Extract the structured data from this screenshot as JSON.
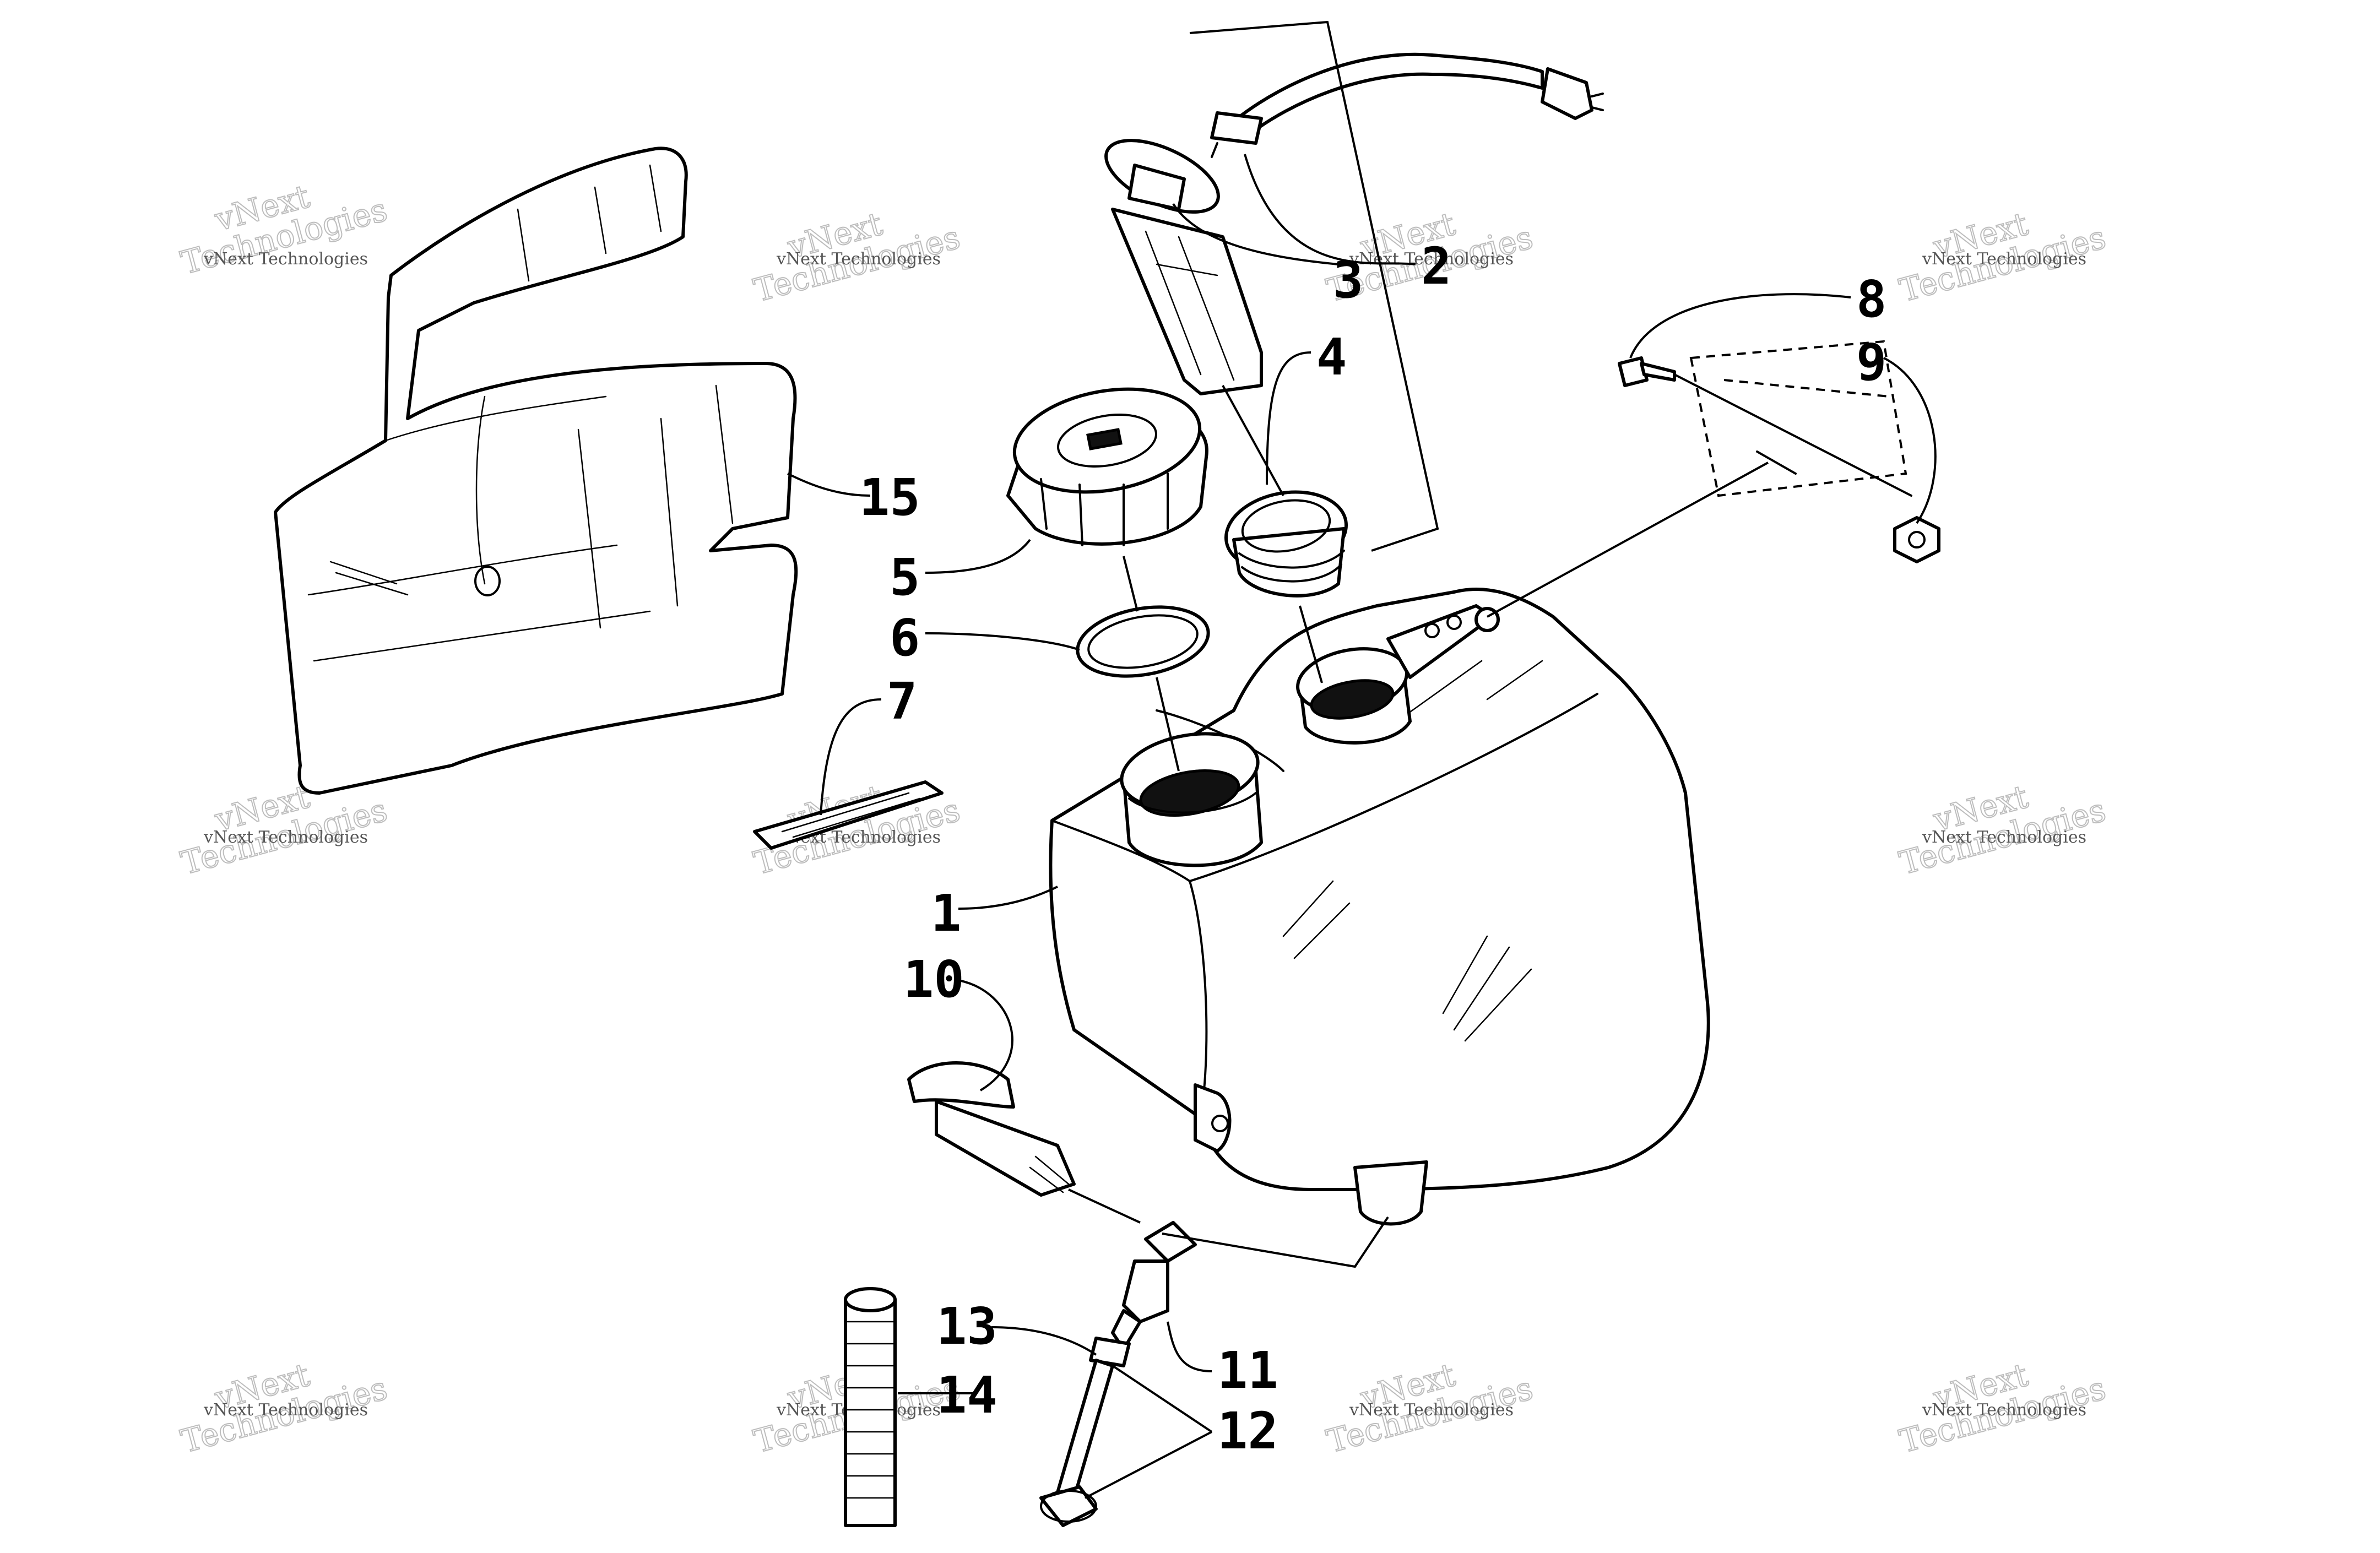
{
  "diagram": {
    "callouts": [
      {
        "id": "1",
        "label": "1"
      },
      {
        "id": "2",
        "label": "2"
      },
      {
        "id": "3",
        "label": "3"
      },
      {
        "id": "4",
        "label": "4"
      },
      {
        "id": "5",
        "label": "5"
      },
      {
        "id": "6",
        "label": "6"
      },
      {
        "id": "7",
        "label": "7"
      },
      {
        "id": "8",
        "label": "8"
      },
      {
        "id": "9",
        "label": "9"
      },
      {
        "id": "10",
        "label": "10"
      },
      {
        "id": "11",
        "label": "11"
      },
      {
        "id": "12",
        "label": "12"
      },
      {
        "id": "13",
        "label": "13"
      },
      {
        "id": "14",
        "label": "14"
      },
      {
        "id": "15",
        "label": "15"
      }
    ],
    "watermark": {
      "line_small": "vNext Technologies",
      "line_big_1": "vNext",
      "line_big_2": "Technologies"
    }
  }
}
